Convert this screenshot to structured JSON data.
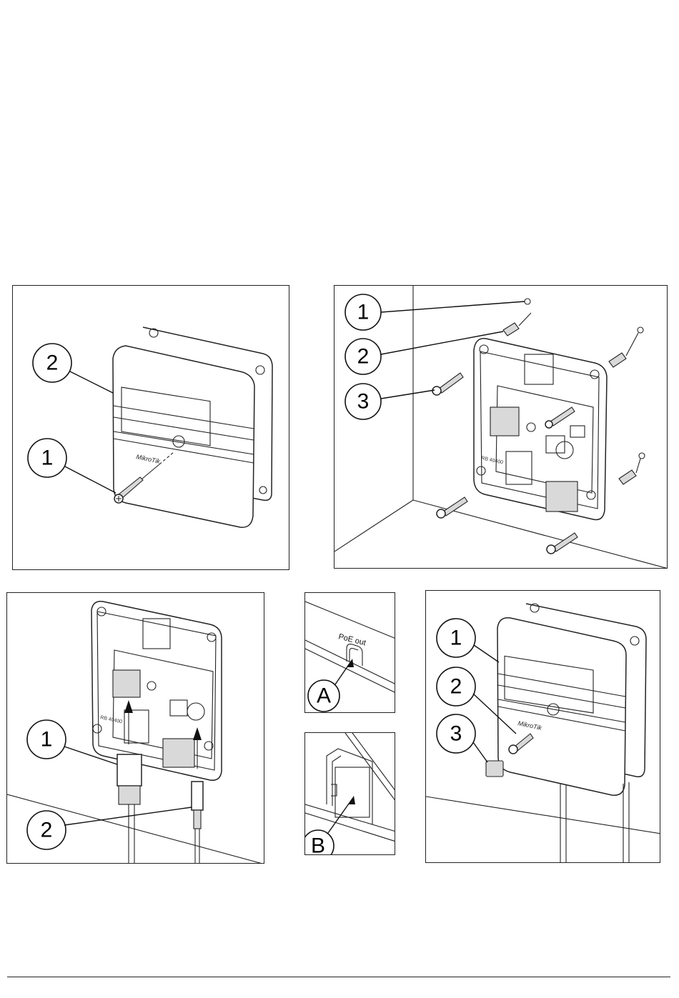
{
  "panels": {
    "step1": {
      "callouts": [
        "2",
        "1"
      ],
      "brand": "MikroTik"
    },
    "step2": {
      "callouts": [
        "1",
        "2",
        "3"
      ],
      "model": "RB 40400"
    },
    "step3": {
      "callouts": [
        "1",
        "2"
      ],
      "model": "RB 40400"
    },
    "detailA": {
      "label": "A",
      "port_label": "PoE out"
    },
    "detailB": {
      "label": "B"
    },
    "step4": {
      "callouts": [
        "1",
        "2",
        "3"
      ],
      "brand": "MikroTik"
    }
  }
}
